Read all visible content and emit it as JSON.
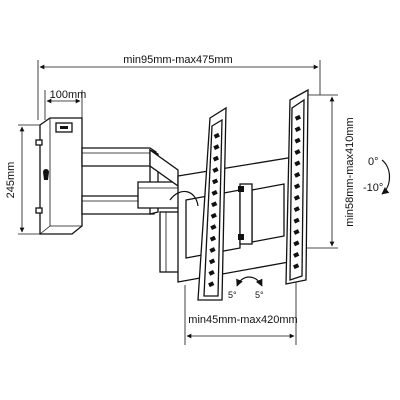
{
  "dimensions": {
    "overall_width": "min95mm-max475mm",
    "wall_plate_depth": "100mm",
    "wall_plate_height": "245mm",
    "vertical_spacing": "min58mm-max410mm",
    "horizontal_spacing": "min45mm-max420mm"
  },
  "tilt": {
    "up": "0°",
    "down": "-10°"
  },
  "swivel": {
    "left": "5°",
    "right": "5°"
  }
}
